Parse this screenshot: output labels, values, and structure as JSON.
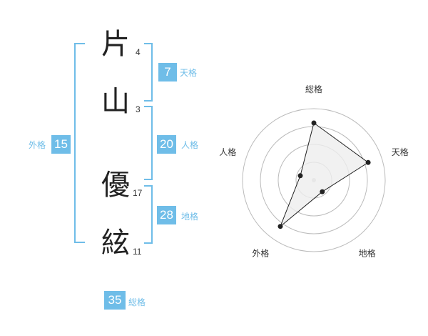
{
  "name": {
    "chars": [
      {
        "char": "片",
        "strokes": "4"
      },
      {
        "char": "山",
        "strokes": "3"
      },
      {
        "char": "優",
        "strokes": "17"
      },
      {
        "char": "絃",
        "strokes": "11"
      }
    ]
  },
  "kakusu": {
    "tenkaku": {
      "value": "7",
      "label": "天格"
    },
    "jinkaku": {
      "value": "20",
      "label": "人格"
    },
    "chikaku": {
      "value": "28",
      "label": "地格"
    },
    "gaikaku": {
      "value": "15",
      "label": "外格"
    },
    "soukaku": {
      "value": "35",
      "label": "総格"
    }
  },
  "chart_data": {
    "type": "radar",
    "axes": [
      "総格",
      "天格",
      "地格",
      "外格",
      "人格"
    ],
    "values": [
      4,
      4,
      1,
      4,
      1
    ],
    "max": 5,
    "rings": 4,
    "colors": {
      "accent": "#6fbde8",
      "fill": "#eeeeee",
      "line": "#222222",
      "grid": "#bbbbbb"
    }
  }
}
